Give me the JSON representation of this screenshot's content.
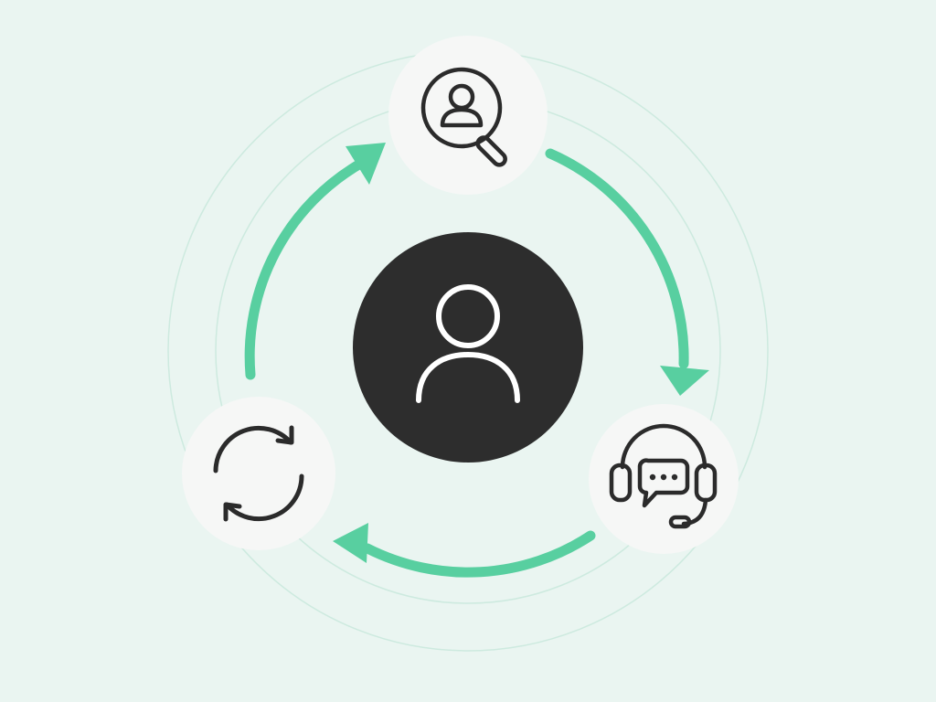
{
  "diagram": {
    "type": "cycle",
    "background_color": "#eaf5f1",
    "accent_color": "#58cfa0",
    "ring_color": "#cdeadf",
    "node_fill": "#f6f7f6",
    "center_fill": "#2d2d2d",
    "center_node": {
      "icon": "user-icon"
    },
    "nodes": [
      {
        "position": "top",
        "icon": "user-search-icon"
      },
      {
        "position": "bottom-right",
        "icon": "support-headset-icon"
      },
      {
        "position": "bottom-left",
        "icon": "refresh-cycle-icon"
      }
    ],
    "flow": [
      "user-search-icon",
      "support-headset-icon",
      "refresh-cycle-icon",
      "user-search-icon"
    ],
    "direction": "clockwise"
  }
}
